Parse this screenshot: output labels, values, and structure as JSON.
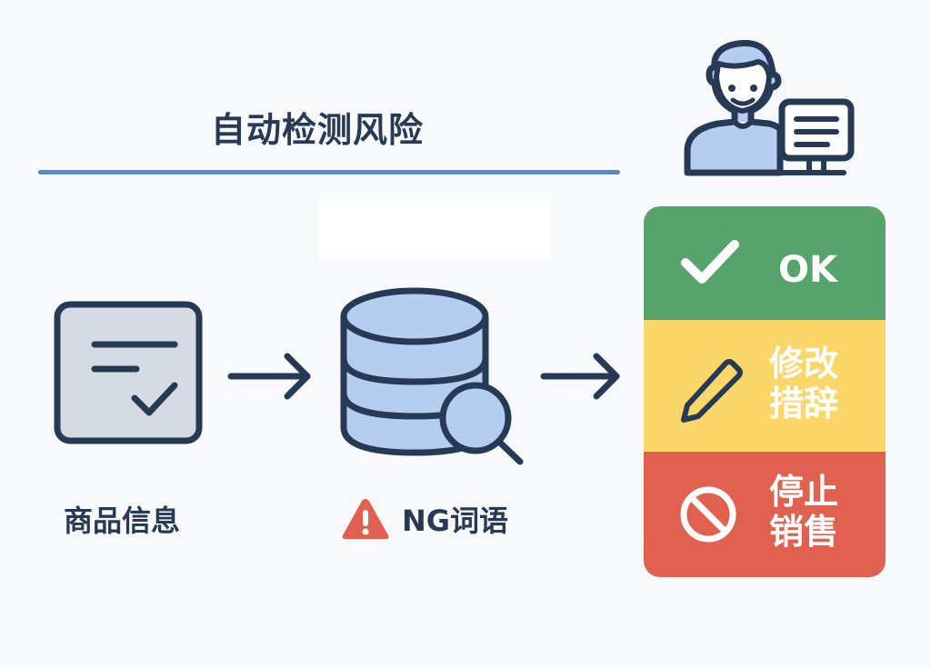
{
  "header": {
    "title": "自动检测风险"
  },
  "flow": {
    "steps": [
      {
        "label": "商品信息",
        "icon": "document-check-icon"
      },
      {
        "label": "NG词语",
        "icon": "database-search-icon",
        "badge_icon": "warning-icon"
      }
    ],
    "arrow_icon": "arrow-right-icon"
  },
  "reviewer": {
    "icon": "person-with-monitor-icon"
  },
  "outcomes": [
    {
      "label": "OK",
      "icon": "checkmark-icon",
      "color": "#56a36b"
    },
    {
      "label": "修改\n措辞",
      "icon": "pencil-icon",
      "color": "#fbd76a"
    },
    {
      "label": "停止\n销售",
      "icon": "prohibited-icon",
      "color": "#e0614f"
    }
  ],
  "colors": {
    "text": "#263a55",
    "accent_line": "#4f8bd1",
    "icon_fill_blue": "#b5cdef",
    "icon_fill_gray": "#d5dbe3",
    "warning": "#e0614f"
  }
}
